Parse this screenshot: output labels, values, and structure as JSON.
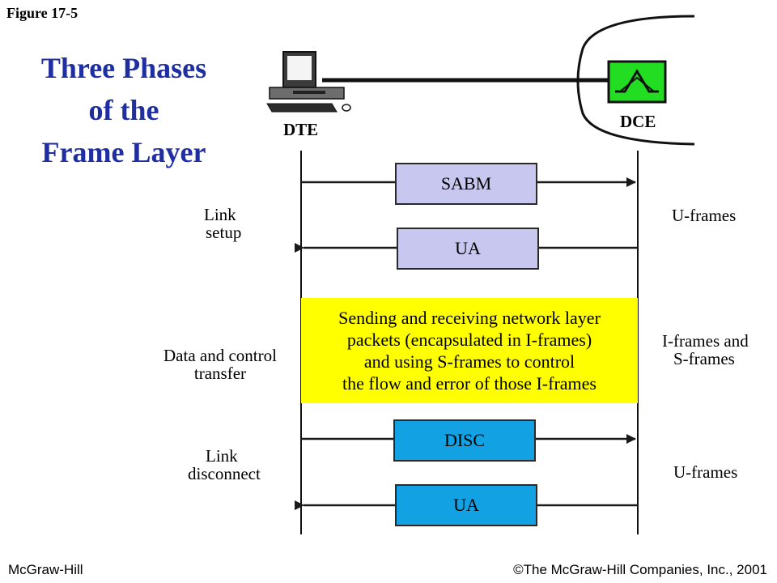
{
  "figure_label": "Figure 17-5",
  "title": {
    "line1": "Three Phases",
    "line2": "of the",
    "line3": "Frame Layer"
  },
  "devices": {
    "dte": "DTE",
    "dce": "DCE"
  },
  "phases": {
    "link_setup": {
      "label_line1": "Link",
      "label_line2": "setup",
      "frame_type": "U-frames"
    },
    "data_transfer": {
      "label_line1": "Data and control",
      "label_line2": "transfer",
      "frame_type_line1": "I-frames and",
      "frame_type_line2": "S-frames"
    },
    "link_disconnect": {
      "label_line1": "Link",
      "label_line2": "disconnect",
      "frame_type": "U-frames"
    }
  },
  "frames": {
    "sabm": "SABM",
    "ua_setup": "UA",
    "disc": "DISC",
    "ua_disconnect": "UA"
  },
  "data_box": {
    "line1": "Sending and receiving network layer",
    "line2": "packets (encapsulated in I-frames)",
    "line3": "and using S-frames to control",
    "line4": "the flow and error of those I-frames"
  },
  "footer": {
    "left": "McGraw-Hill",
    "right": "©The McGraw-Hill Companies, Inc., 2001"
  },
  "colors": {
    "title": "#1f2ea0",
    "u_frame_setup": "#c7c7f0",
    "u_frame_disconnect": "#12a2e4",
    "data_box": "#ffff00",
    "dce_device": "#22dd22"
  }
}
